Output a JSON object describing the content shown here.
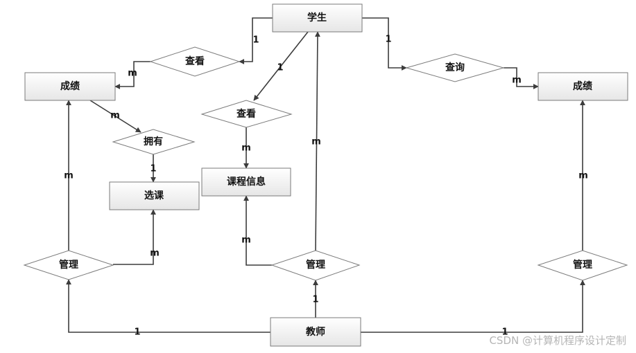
{
  "entities": {
    "student": "学生",
    "grades_left": "成绩",
    "grades_right": "成绩",
    "course_selection": "选课",
    "course_info": "课程信息",
    "teacher": "教师"
  },
  "relationships": {
    "view_grades": "查看",
    "view_course": "查看",
    "query": "查询",
    "own": "拥有",
    "manage_left": "管理",
    "manage_center": "管理",
    "manage_right": "管理"
  },
  "cardinalities": {
    "student_view_grades": "1",
    "view_grades_grades": "m",
    "student_view_course": "1",
    "view_course_info": "m",
    "student_query": "1",
    "query_grades": "m",
    "grades_own": "m",
    "own_selection": "1",
    "manage_left_grades": "m",
    "manage_left_selection": "m",
    "manage_center_student": "m",
    "manage_center_info": "m",
    "teacher_manage_center": "1",
    "teacher_manage_left": "1",
    "teacher_manage_right": "1",
    "manage_right_grades": "m"
  },
  "colors": {
    "entity_fill_top": "#ffffff",
    "entity_fill_bottom": "#e9e9e9",
    "line": "#3c3c3c"
  },
  "watermark": "CSDN @计算机程序设计定制"
}
